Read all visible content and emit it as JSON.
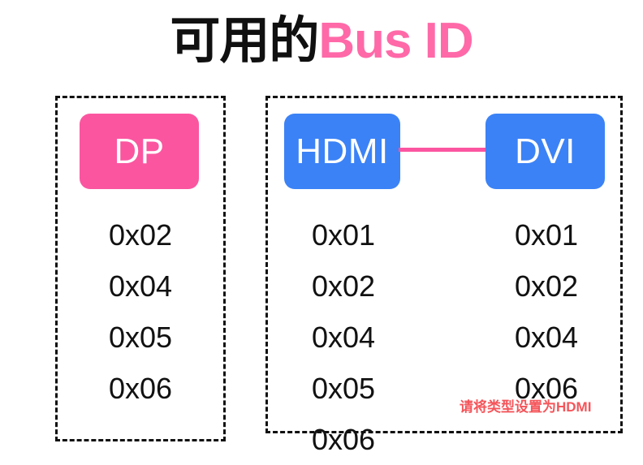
{
  "title": {
    "cn": "可用的",
    "en": "Bus ID",
    "cn_color": "#101010",
    "en_color": "#FF69A8"
  },
  "colors": {
    "pink": "#FB55A0",
    "blue": "#3B82F6",
    "title_pink": "#FF69A8",
    "note_red": "#F4555A",
    "dashed_border": "#111111",
    "background": "#FFFFFF"
  },
  "groups": [
    {
      "name": "dp-group",
      "chips": [
        {
          "label": "DP",
          "color": "#FB55A0"
        }
      ],
      "ids": [
        "0x02",
        "0x04",
        "0x05",
        "0x06"
      ]
    },
    {
      "name": "hdmi-dvi-group",
      "chips": [
        {
          "label": "HDMI",
          "color": "#3B82F6"
        },
        {
          "label": "DVI",
          "color": "#3B82F6"
        }
      ],
      "connector": {
        "color": "#FB55A0"
      },
      "columns": [
        {
          "for": "HDMI",
          "ids": [
            "0x01",
            "0x02",
            "0x04",
            "0x05",
            "0x06"
          ]
        },
        {
          "for": "DVI",
          "ids": [
            "0x01",
            "0x02",
            "0x04",
            "0x06"
          ]
        }
      ]
    }
  ],
  "note": {
    "text": "请将类型设置为HDMI"
  }
}
